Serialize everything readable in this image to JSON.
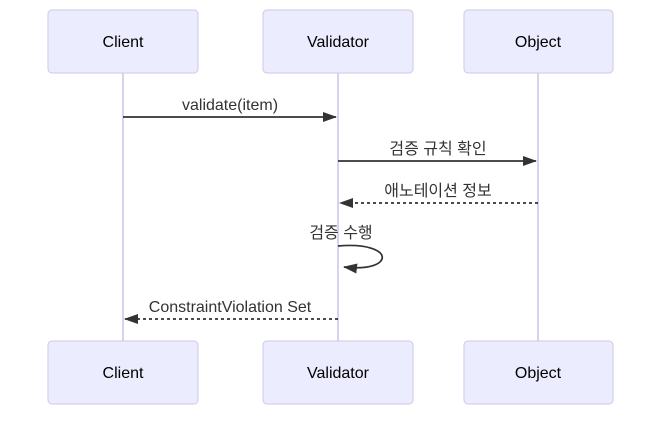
{
  "diagram": {
    "type": "sequence-diagram",
    "actors": [
      {
        "name": "Client"
      },
      {
        "name": "Validator"
      },
      {
        "name": "Object"
      }
    ],
    "messages": [
      {
        "label": "validate(item)",
        "from": "Client",
        "to": "Validator",
        "line": "solid"
      },
      {
        "label": "검증 규칙 확인",
        "from": "Validator",
        "to": "Object",
        "line": "solid"
      },
      {
        "label": "애노테이션 정보",
        "from": "Object",
        "to": "Validator",
        "line": "dashed"
      },
      {
        "label": "검증 수행",
        "from": "Validator",
        "to": "Validator",
        "line": "self"
      },
      {
        "label": "ConstraintViolation Set",
        "from": "Validator",
        "to": "Client",
        "line": "dashed"
      }
    ],
    "colors": {
      "actor_fill": "#ECECFF",
      "actor_border": "#CFC6E8",
      "actor_text": "#000000",
      "lifeline": "#CCC3E8",
      "message_line": "#333333",
      "message_text": "#333333"
    }
  }
}
